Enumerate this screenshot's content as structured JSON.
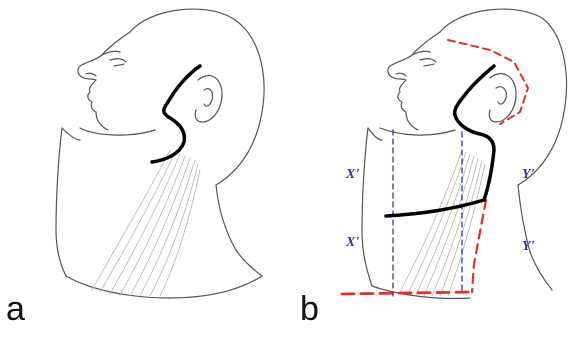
{
  "panels": {
    "a": {
      "letter": "a"
    },
    "b": {
      "letter": "b",
      "zone_labels": {
        "x_upper": "X'",
        "x_lower": "X'",
        "y_upper": "Y'",
        "y_lower": "Y'"
      }
    }
  },
  "colors": {
    "sketch": "#555555",
    "muscle": "#b5b5b5",
    "incision": "#000000",
    "red_dashed": "#e0302f",
    "blue_dashed": "#2b3aa0",
    "zone_label": "#2b3aa0"
  }
}
